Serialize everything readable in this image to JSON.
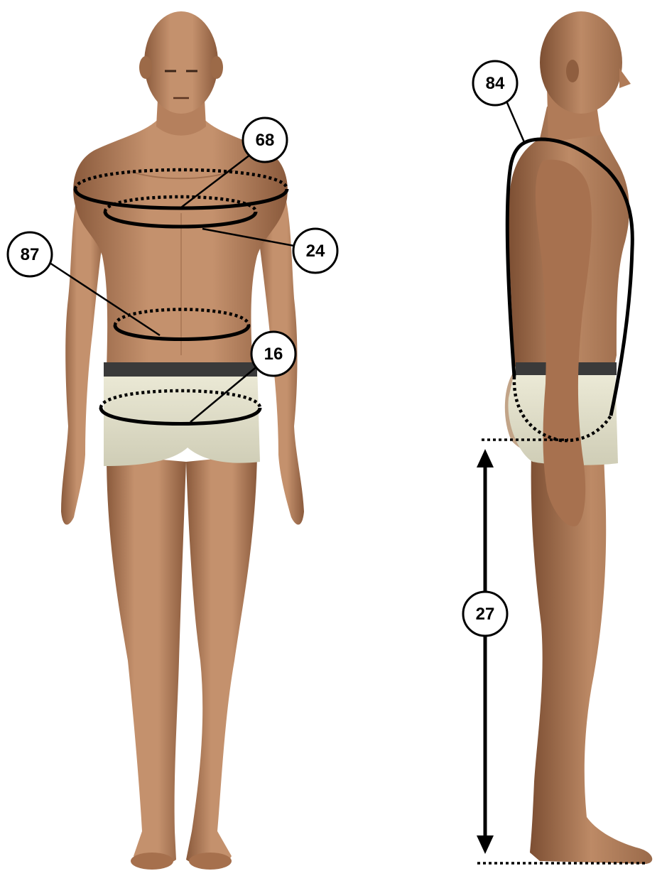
{
  "figure": {
    "front_view": {
      "measurements": [
        {
          "id": "chest",
          "label": "68"
        },
        {
          "id": "underbust",
          "label": "24"
        },
        {
          "id": "waist",
          "label": "87"
        },
        {
          "id": "hip",
          "label": "16"
        }
      ]
    },
    "side_view": {
      "measurements": [
        {
          "id": "torso-outline",
          "label": "84"
        },
        {
          "id": "inseam-height",
          "label": "27"
        }
      ]
    }
  },
  "colors": {
    "skin": "#b98563",
    "skin_shadow": "#8a5a3c",
    "underwear": "#e2e0cc",
    "waistband": "#3a3a3a",
    "stroke": "#000000",
    "background": "#ffffff"
  }
}
